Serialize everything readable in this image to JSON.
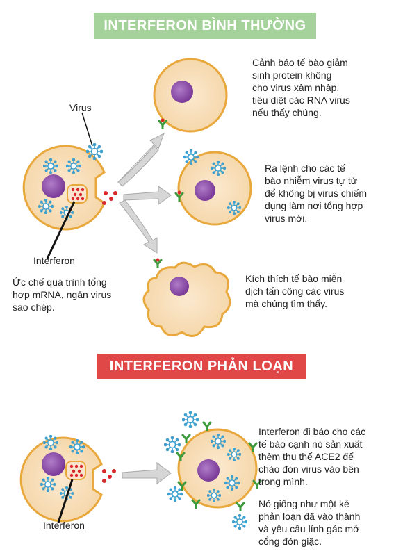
{
  "banners": {
    "normal": "INTERFERON BÌNH THƯỜNG",
    "rebel": "INTERFERON PHẢN LOẠN"
  },
  "labels": {
    "virus": "Virus",
    "interferon_top": "Interferon",
    "interferon_bottom": "Interferon"
  },
  "texts": {
    "warn_cells": "Cảnh báo tế bào giảm\nsinh protein không\ncho virus xâm nhập,\ntiêu diệt các RNA virus\nnếu thấy chúng.",
    "order_infected": "Ra lệnh cho các tế\nbào nhiễm virus tự tử\nđể không bị virus chiếm\ndụng làm nơi tổng hợp\nvirus mới.",
    "stimulate_immune": "Kích thích tế bào miễn\ndịch tấn công các virus\nmà chúng tìm thấy.",
    "inhibit_mrna": "Ức chế quá trình tổng\nhợp mRNA, ngăn virus\nsao chép.",
    "rebel_report": "Interferon đi báo cho các\ntế bào cạnh nó sản xuất\nthêm thụ thể ACE2 để\nchào đón virus vào bên\ntrong mình.",
    "rebel_analogy": "Nó giống như một kẻ\nphản loạn đã vào thành\nvà yêu cầu lính gác mở\ncổng đón giặc."
  },
  "colors": {
    "banner_normal": "#a5d19a",
    "banner_rebel": "#e04848",
    "cell_fill": "#f7dcb4",
    "cell_stroke": "#e8a83c",
    "nucleus": "#8a4aa5",
    "virus": "#3fa0cf",
    "receptor": "#3d9a3d",
    "interferon_dot": "#d8262b",
    "arrow": "#c9c9c9"
  }
}
